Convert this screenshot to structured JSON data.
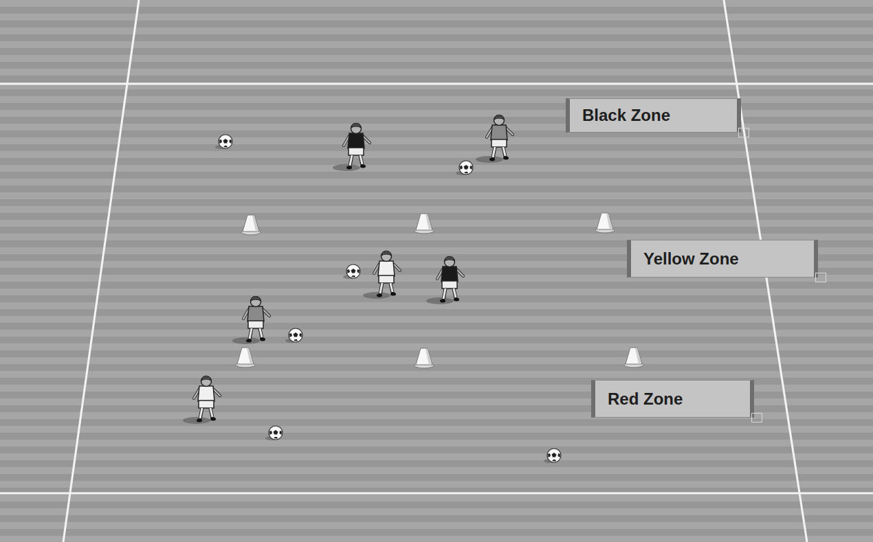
{
  "diagram": {
    "nodes": [
      {
        "text": [
          "Black Zone"
        ]
      },
      {
        "text": [
          "Yellow Zone"
        ]
      },
      {
        "text": [
          "Red Zone"
        ]
      }
    ]
  }
}
